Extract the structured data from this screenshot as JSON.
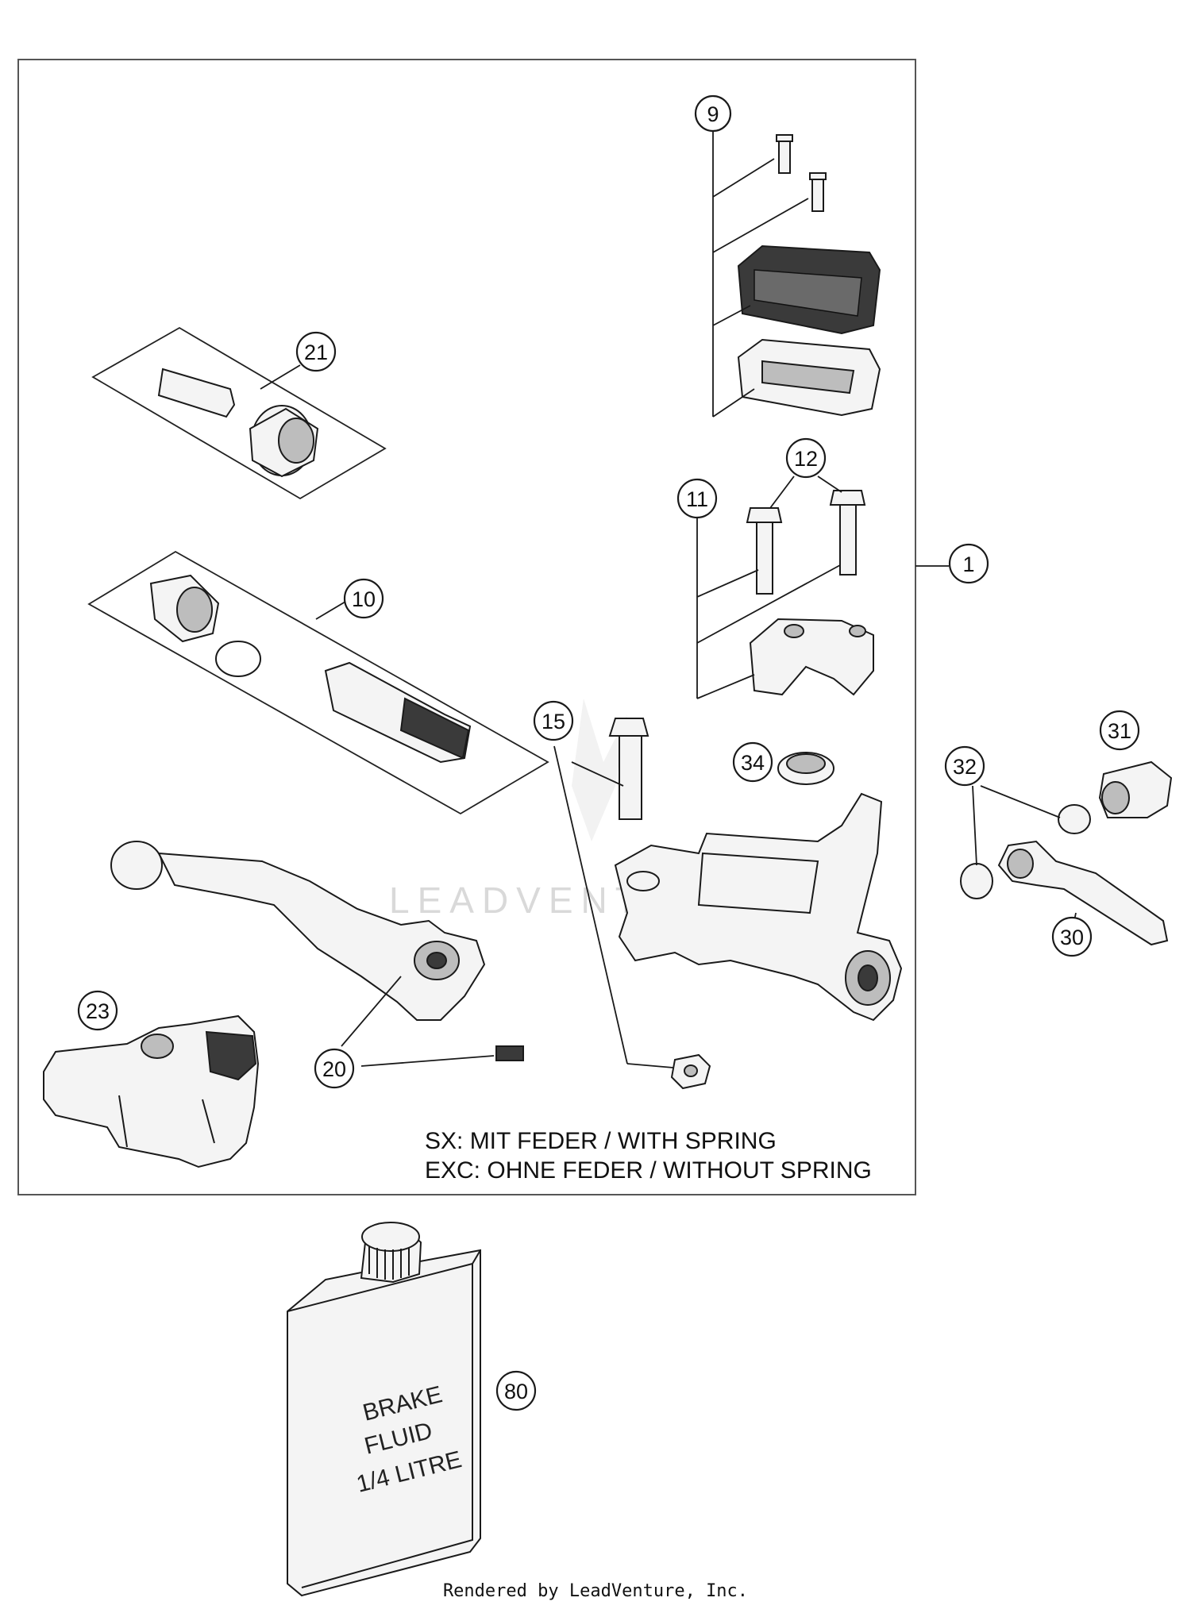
{
  "callouts": {
    "c1": "1",
    "c9": "9",
    "c10": "10",
    "c11": "11",
    "c12": "12",
    "c15": "15",
    "c20": "20",
    "c21": "21",
    "c23": "23",
    "c30": "30",
    "c31": "31",
    "c32": "32",
    "c34": "34",
    "c80": "80"
  },
  "notes": {
    "line1": "SX: MIT FEDER / WITH SPRING",
    "line2": "EXC: OHNE FEDER / WITHOUT SPRING"
  },
  "bottle": {
    "line1": "BRAKE",
    "line2": "FLUID",
    "line3": "1/4 LITRE"
  },
  "watermark": "LEADVENTURE",
  "footer": "Rendered by LeadVenture, Inc."
}
